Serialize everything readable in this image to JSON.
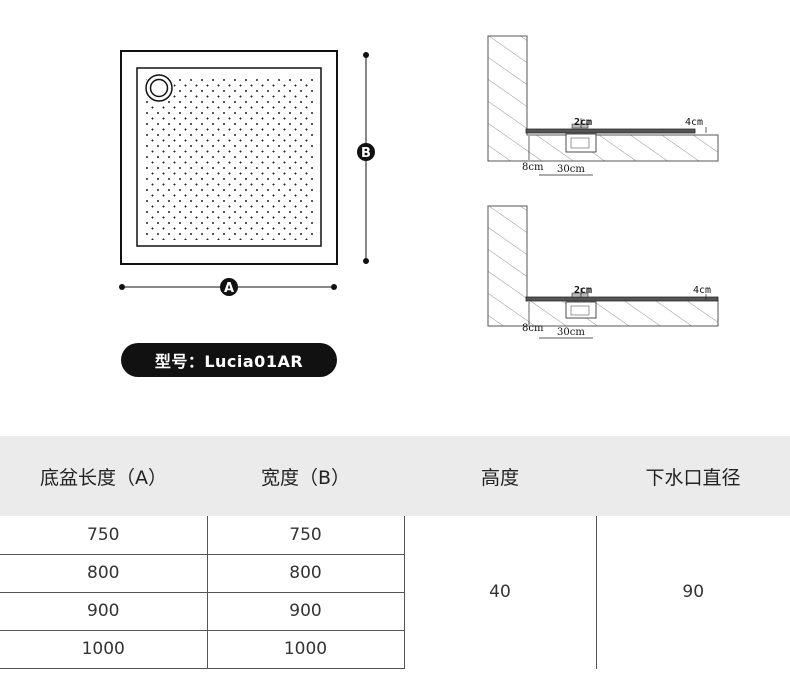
{
  "tray": {
    "label_a": "A",
    "label_b": "B"
  },
  "section_top": {
    "label_2cm": "2cm",
    "label_4cm": "4cm",
    "label_8cm": "8cm",
    "label_30cm": "30cm"
  },
  "section_bottom": {
    "label_2cm": "2cm",
    "label_4cm": "4cm",
    "label_8cm": "8cm",
    "label_30cm": "30cm"
  },
  "model": {
    "label": "型号：Lucia01AR"
  },
  "table": {
    "headers": [
      "底盆长度（A）",
      "宽度（B）",
      "高度",
      "下水口直径"
    ],
    "rows": [
      {
        "length": "750",
        "width": "750"
      },
      {
        "length": "800",
        "width": "800"
      },
      {
        "length": "900",
        "width": "900"
      },
      {
        "length": "1000",
        "width": "1000"
      }
    ],
    "height": "40",
    "drain": "90"
  },
  "colors": {
    "badge_bg": "#111111",
    "header_bg": "#ebebeb"
  }
}
